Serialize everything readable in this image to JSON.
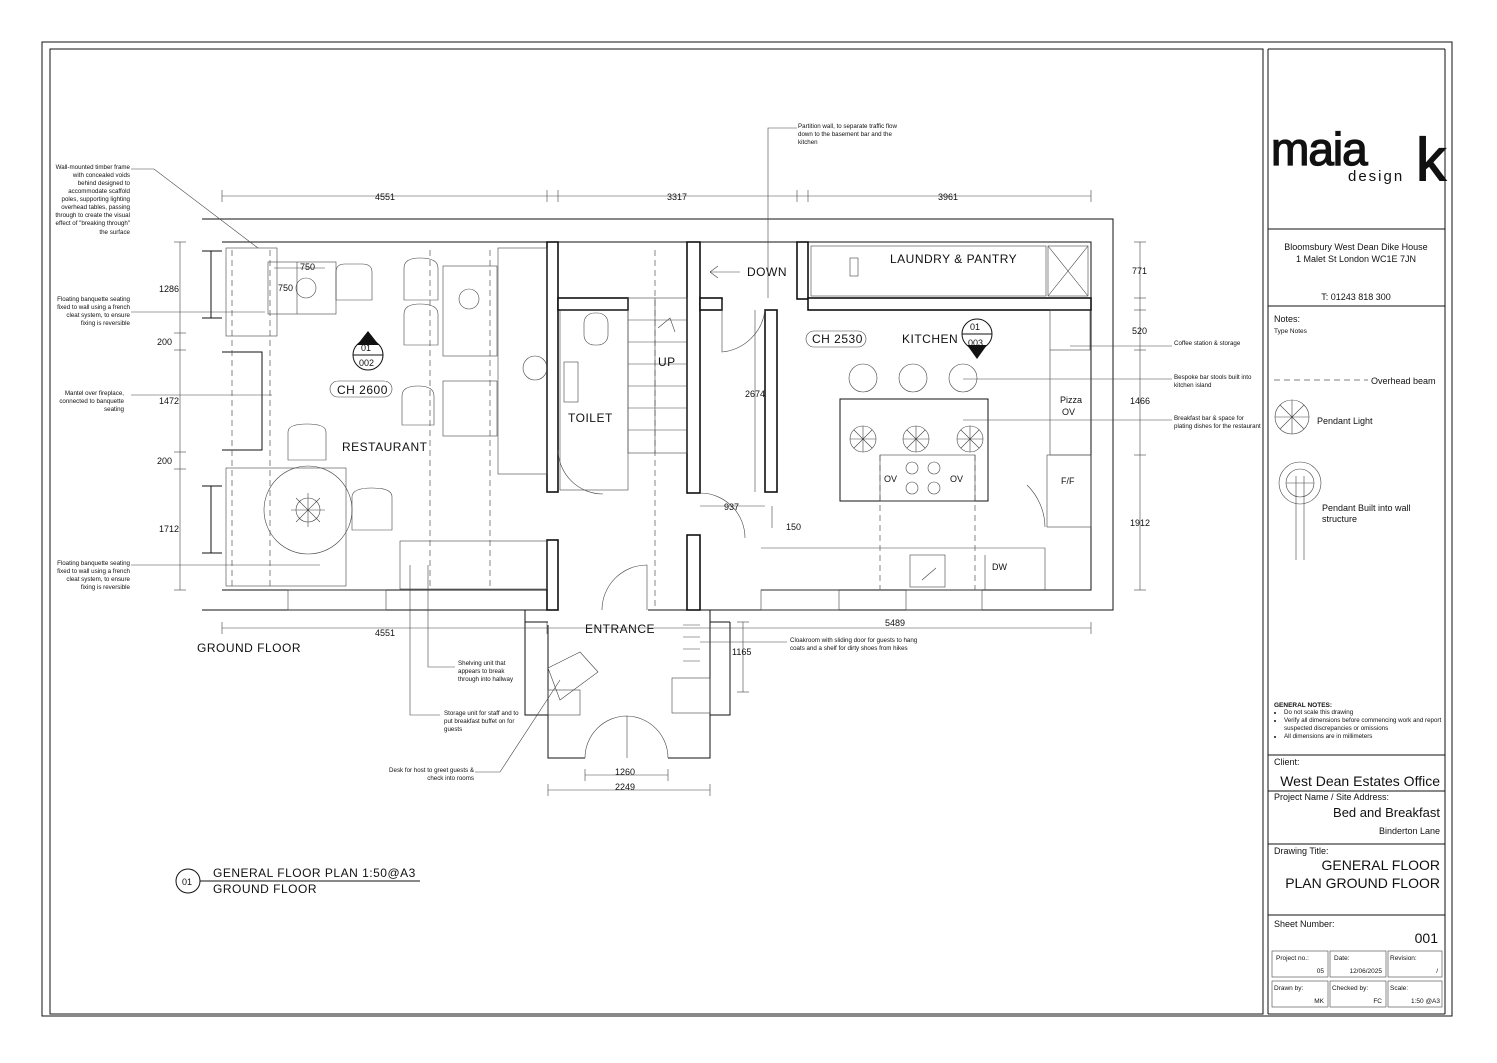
{
  "drawing": {
    "rooms": {
      "laundry": "LAUNDRY & PANTRY",
      "kitchen": "KITCHEN",
      "kitchen_ch": "CH 2530",
      "restaurant": "RESTAURANT",
      "restaurant_ch": "CH 2600",
      "toilet": "TOILET",
      "entrance": "ENTRANCE",
      "down": "DOWN",
      "up": "UP",
      "pizza": "Pizza",
      "ov": "OV",
      "ff": "F/F",
      "dw": "DW"
    },
    "section_markers": [
      {
        "top": "01",
        "bottom": "002"
      },
      {
        "top": "01",
        "bottom": "003"
      }
    ],
    "dimensions": {
      "top": [
        "4551",
        "3317",
        "3961"
      ],
      "left": [
        "1286",
        "200",
        "1472",
        "200",
        "1712"
      ],
      "right": [
        "771",
        "520",
        "1466",
        "1912"
      ],
      "bottom_left": "4551",
      "bottom_right": "5489",
      "entrance_inner": "1260",
      "entrance_outer": "2249",
      "cloakroom": "1165",
      "door_937": "937",
      "door_150": "150",
      "stair": "2674",
      "table_w": "750",
      "table_d": "750"
    },
    "notes_left": [
      "Wall-mounted timber frame with concealed voids behind designed to accommodate scaffold poles, supporting lighting overhead tables, passing through to create the visual effect of \"breaking through\" the surface",
      "Floating banquette seating fixed to wall using a french cleat system, to ensure fixing is reversible",
      "Mantel over fireplace, connected to banquette seating",
      "Floating banquette seating fixed to wall using a french cleat system, to ensure fixing is reversible"
    ],
    "notes_right": [
      "Coffee station & storage",
      "Bespoke bar stools built into kitchen island",
      "Breakfast bar & space for plating dishes for the restaurant"
    ],
    "note_partition": "Partition wall, to separate traffic flow down to the basement bar and the kitchen",
    "notes_bottom": [
      "Shelving unit that appears to break through into hallway",
      "Storage unit for staff and to put breakfast buffet on for guests",
      "Desk for host to greet guests & check into rooms",
      "Cloakroom with sliding door for guests to hang coats and a shelf for dirty shoes from hikes"
    ],
    "floor_label": "GROUND FLOOR",
    "plan_title": {
      "number": "01",
      "line1": "GENERAL FLOOR PLAN  1:50@A3",
      "line2": "GROUND FLOOR"
    }
  },
  "title_block": {
    "logo_main": "maia",
    "logo_k": "k",
    "logo_sub": "design",
    "address_line1": "Bloomsbury West Dean Dike House",
    "address_line2": "1 Malet St London WC1E 7JN",
    "phone": "T: 01243 818 300",
    "notes_label": "Notes:",
    "notes_sub": "Type Notes",
    "legend": [
      "Overhead beam",
      "Pendant Light",
      "Pendant Built into wall structure"
    ],
    "general_notes_title": "GENERAL NOTES:",
    "general_notes": [
      "Do not scale this drawing",
      "Verify all dimensions before commencing work and report suspected discrepancies or omissions",
      "All dimensions are in millimeters"
    ],
    "client_label": "Client:",
    "client": "West Dean Estates Office",
    "project_label": "Project Name / Site Address:",
    "project": "Bed and Breakfast",
    "site": "Binderton Lane",
    "drawing_title_label": "Drawing Title:",
    "drawing_title_1": "GENERAL FLOOR",
    "drawing_title_2": "PLAN GROUND FLOOR",
    "sheet_label": "Sheet Number:",
    "sheet": "001",
    "project_no_label": "Project no.:",
    "project_no": "05",
    "date_label": "Date:",
    "date": "12/06/2025",
    "revision_label": "Revision:",
    "revision": "/",
    "drawn_label": "Drawn by:",
    "drawn": "MK",
    "checked_label": "Checked by:",
    "checked": "FC",
    "scale_label": "Scale:",
    "scale": "1:50 @A3"
  }
}
